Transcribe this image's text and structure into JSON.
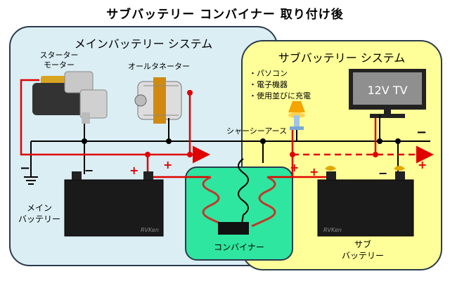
{
  "title": "サブバッテリー コンバイナー 取り付け後",
  "main_system": {
    "label": "メインバッテリー システム",
    "starter_motor": [
      "スターター",
      "モーター"
    ],
    "alternator": "オールタネーター",
    "battery_label": [
      "メイン",
      "バッテリー"
    ]
  },
  "sub_system": {
    "label": "サブバッテリー システム",
    "uses": [
      "・パソコン",
      "・電子機器",
      "・使用並びに充電"
    ],
    "tv": "12V TV",
    "battery_label": [
      "サブ",
      "バッテリー"
    ]
  },
  "chassis_ground": "シャーシーアース",
  "combiner": "コンバイナー",
  "battery_brand": "RVKen",
  "symbols": {
    "plus": "+",
    "minus": "−"
  },
  "colors": {
    "main_bg": "#dbeef4",
    "sub_bg": "#ffff99",
    "combiner_bg": "#2ee6a0",
    "positive_wire": "#e00000",
    "negative_wire": "#000000",
    "coil": "#c0392b"
  }
}
